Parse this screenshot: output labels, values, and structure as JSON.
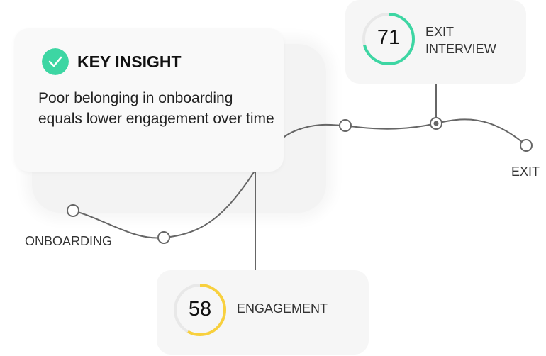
{
  "insight": {
    "title": "KEY INSIGHT",
    "body": "Poor belonging in onboarding equals lower engagement over time",
    "icon": "check-circle-icon"
  },
  "stages": {
    "onboarding": "ONBOARDING",
    "exit": "EXIT"
  },
  "metrics": {
    "exit_interview": {
      "value": "71",
      "label_line1": "EXIT",
      "label_line2": "INTERVIEW",
      "progress": 0.71,
      "color": "#3dd6a3"
    },
    "engagement": {
      "value": "58",
      "label": "ENGAGEMENT",
      "progress": 0.58,
      "color": "#f8d03d"
    }
  },
  "colors": {
    "accent": "#3dd6a3",
    "line": "#666666",
    "card": "#f6f6f6"
  }
}
